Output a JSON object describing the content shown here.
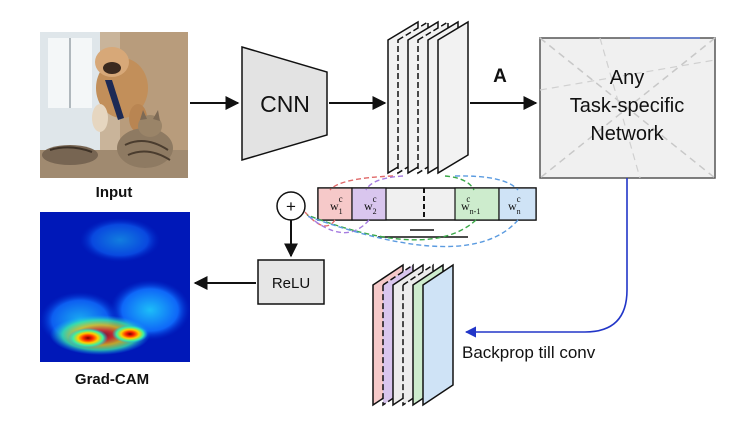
{
  "labels": {
    "input": "Input",
    "cnn": "CNN",
    "activation": "A",
    "task_network": [
      "Any",
      "Task-specific",
      "Network"
    ],
    "relu": "ReLU",
    "gradcam": "Grad-CAM",
    "backprop": "Backprop till conv",
    "plus": "+"
  },
  "weights": [
    {
      "base": "w",
      "sub": "1",
      "sup": "c",
      "color": "#f6c9c9"
    },
    {
      "base": "w",
      "sub": "2",
      "sup": "c",
      "color": "#d9c6ee"
    },
    {
      "base": "w",
      "sub": "n-1",
      "sup": "c",
      "color": "#cdeccd"
    },
    {
      "base": "w",
      "sub": "n",
      "sup": "c",
      "color": "#cfe3f6"
    }
  ],
  "colors": {
    "cnn_fill": "#e3e3e3",
    "backprop_arrow": "#2236c8",
    "dash_red": "#e06a6a",
    "dash_purple": "#a67ce0",
    "dash_green": "#3aa848",
    "dash_blue": "#5b9be0"
  }
}
